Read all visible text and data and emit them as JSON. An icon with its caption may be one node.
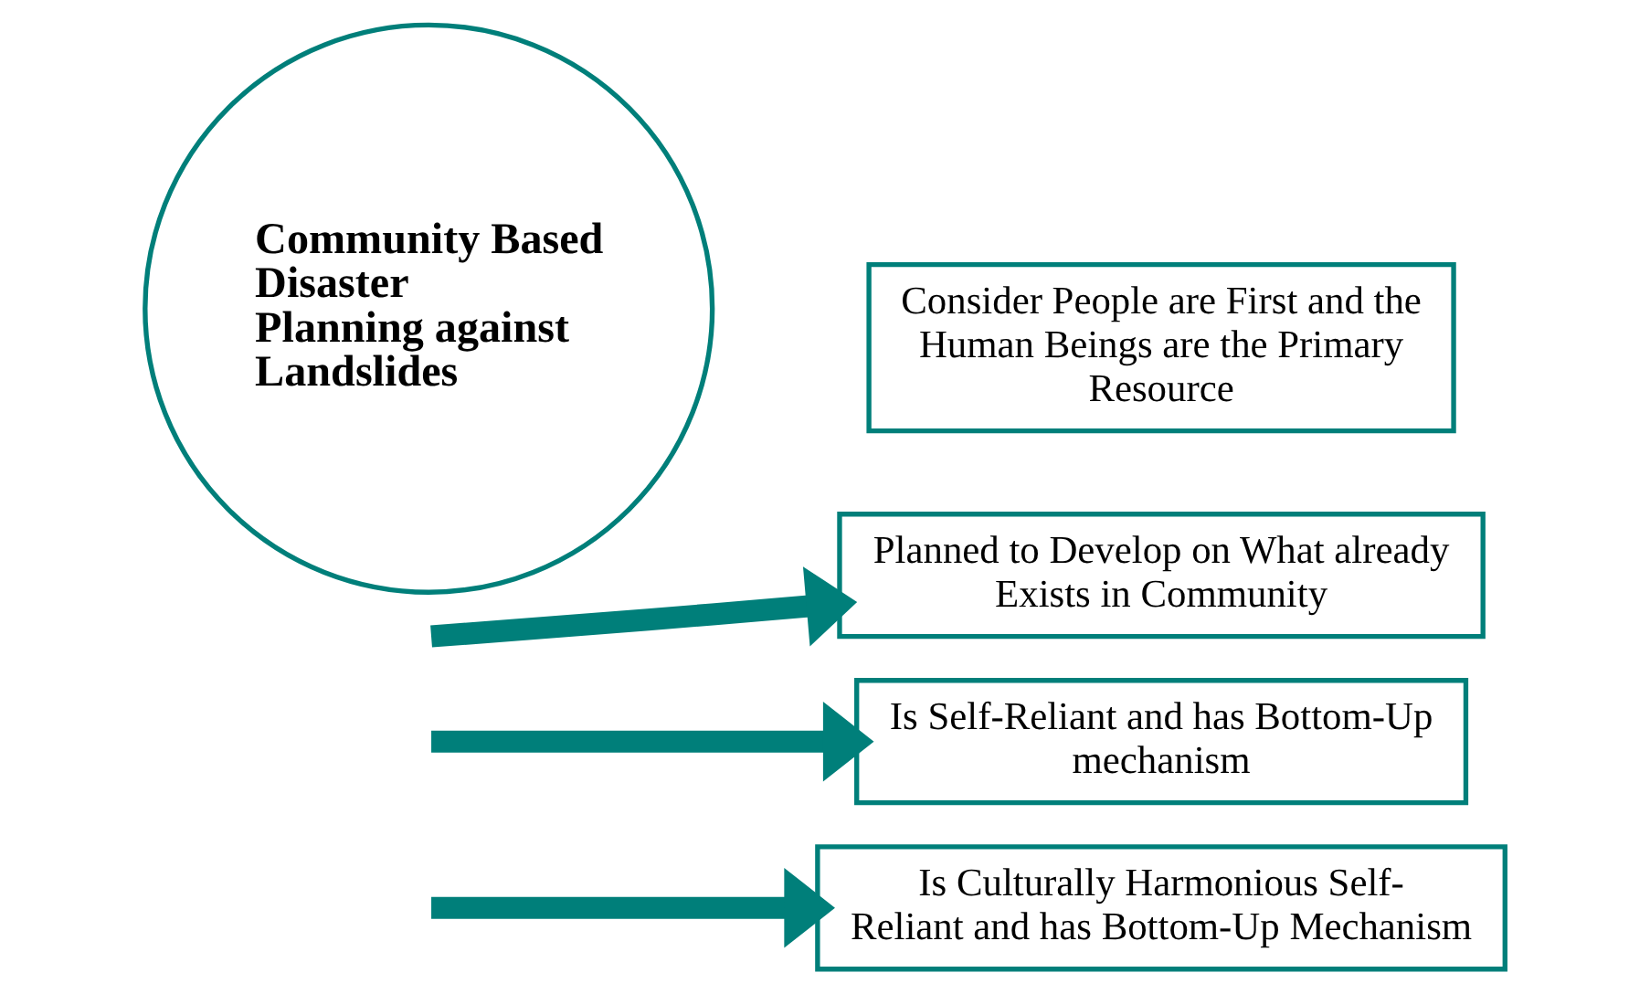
{
  "diagram": {
    "nodes": [
      {
        "text": [
          "Community Based Disaster Planning against Landslides"
        ]
      },
      {
        "text": [
          "Consider People are First and the Human Beings are the Primary Resource"
        ]
      },
      {
        "text": [
          "Planned to Develop on What already Exists in Community"
        ]
      },
      {
        "text": [
          "Is Self-Reliant and has Bottom-Up mechanism"
        ]
      },
      {
        "text": [
          "Is Culturally Harmonious Self-Reliant and has Bottom-Up Mechanism"
        ]
      }
    ],
    "edges": [
      {
        "from": null,
        "to": 2,
        "arrow": "to"
      },
      {
        "from": null,
        "to": 3,
        "arrow": "to"
      },
      {
        "from": null,
        "to": 4,
        "arrow": "to"
      }
    ]
  }
}
